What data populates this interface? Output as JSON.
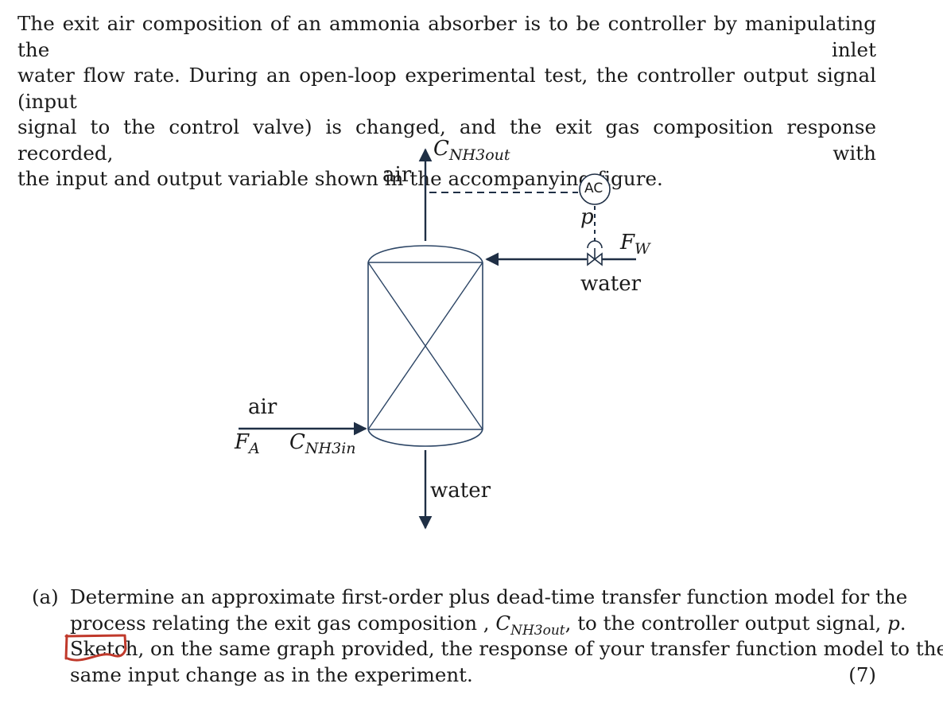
{
  "intro": {
    "lines": [
      "The exit air composition of an ammonia absorber is to be controller by manipulating the inlet",
      "water flow rate.  During an open-loop experimental test, the controller output signal (input",
      "signal to the control valve) is changed, and the exit gas composition response recorded, with",
      "the input and output variable shown in the accompanying figure."
    ]
  },
  "diagram": {
    "top_air": "air",
    "c_out_main": "C",
    "c_out_sub": "NH3out",
    "controller": "AC",
    "signal": "p",
    "fw_main": "F",
    "fw_sub": "W",
    "water_in": "water",
    "bottom_air": "air",
    "fa_main": "F",
    "fa_sub": "A",
    "c_in_main": "C",
    "c_in_sub": "NH3in",
    "water_out": "water"
  },
  "question": {
    "label": "(a)",
    "line1": "Determine an approximate first-order plus dead-time transfer function model for the",
    "line2_a": "process relating the exit gas composition , ",
    "line2_c": "C",
    "line2_sub": "NH3out",
    "line2_b": ", to the controller output signal, ",
    "line2_p": "p",
    "line2_end": ".",
    "line3_word": "Sketch",
    "line3_rest": ", on the same graph provided, the response of your transfer function model to the",
    "line4": "same input change as in the experiment.",
    "marks": "(7)"
  },
  "colors": {
    "ink": "#1a1a1a",
    "navy": "#1f2f45",
    "column_line": "#2c4565",
    "annotation_red": "#c0392b"
  }
}
